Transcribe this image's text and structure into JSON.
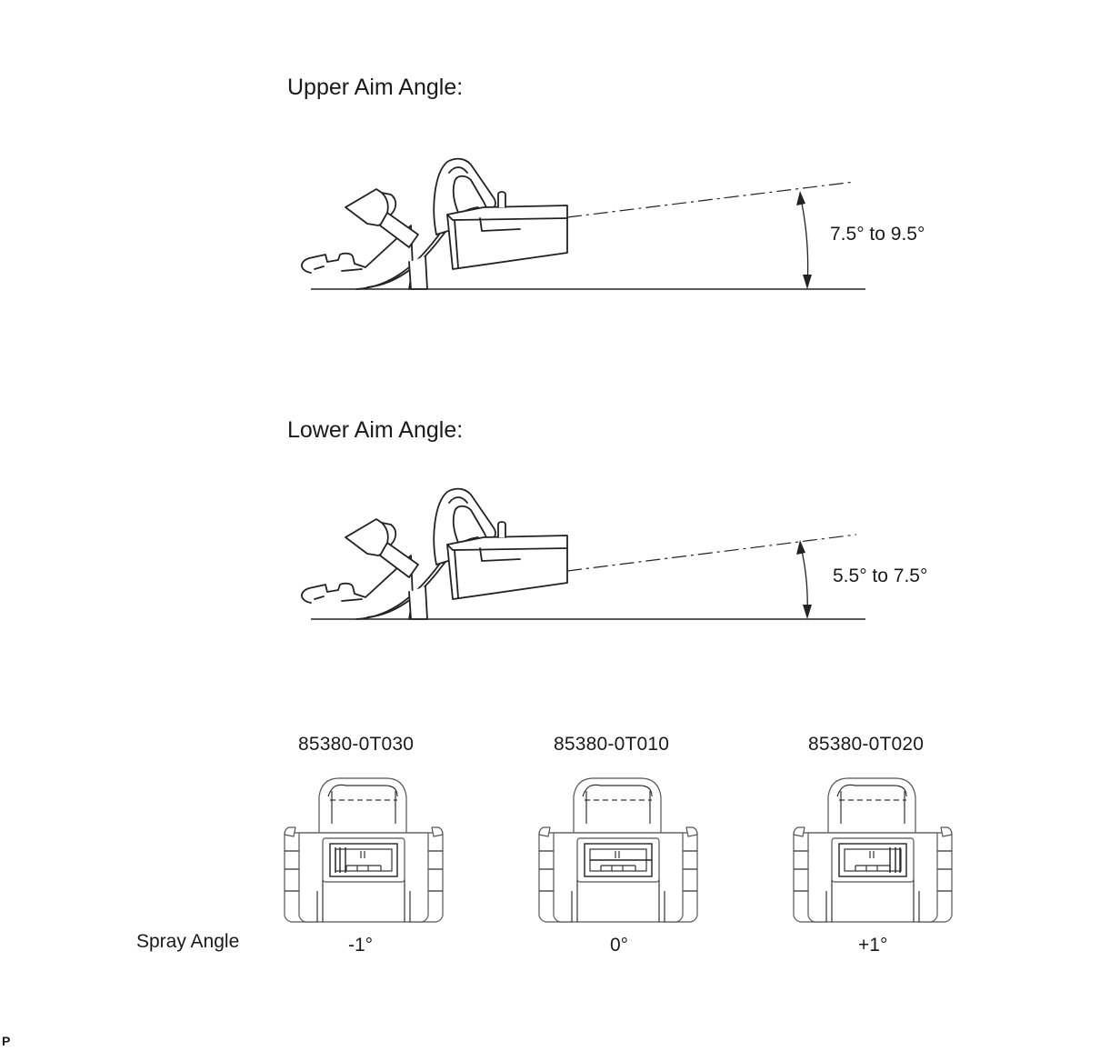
{
  "diagram": {
    "upper_title": "Upper Aim Angle:",
    "upper_range": "7.5° to 9.5°",
    "lower_title": "Lower Aim Angle:",
    "lower_range": "5.5° to 7.5°",
    "spray_label": "Spray Angle",
    "nozzles": [
      {
        "part_number": "85380-0T030",
        "spray_angle": "-1°"
      },
      {
        "part_number": "85380-0T010",
        "spray_angle": "0°"
      },
      {
        "part_number": "85380-0T020",
        "spray_angle": "+1°"
      }
    ],
    "corner_mark": "P"
  }
}
